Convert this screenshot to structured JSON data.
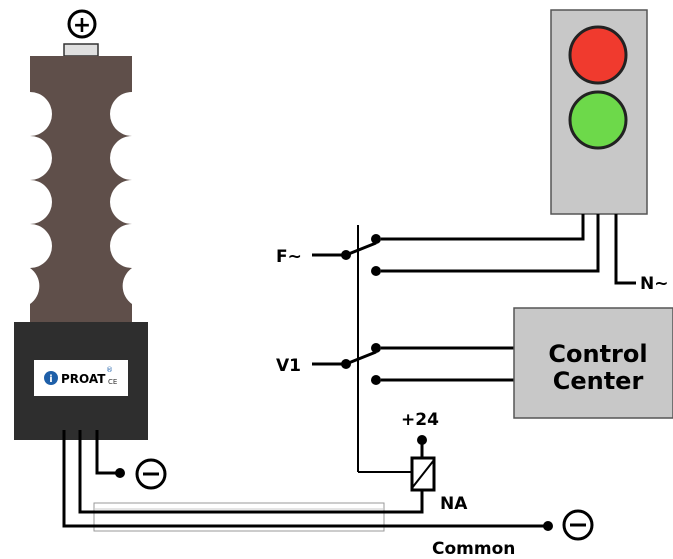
{
  "device": {
    "brand": "PROAT",
    "brand_mark": "®",
    "ce_mark": "CE",
    "positive_symbol": "+",
    "negative_symbol": "−"
  },
  "labels": {
    "f_phase": "F~",
    "v1": "V1",
    "neutral": "N~",
    "plus24": "+24",
    "na": "NA",
    "common": "Common",
    "control_center_line1": "Control",
    "control_center_line2": "Center"
  },
  "colors": {
    "insulator": "#5f4f4a",
    "base_box": "#2e2e2e",
    "panel_gray": "#c8c8c8",
    "lamp_red": "#f03a2e",
    "lamp_green": "#6dd94a",
    "brand_blue": "#1e5fa8"
  }
}
